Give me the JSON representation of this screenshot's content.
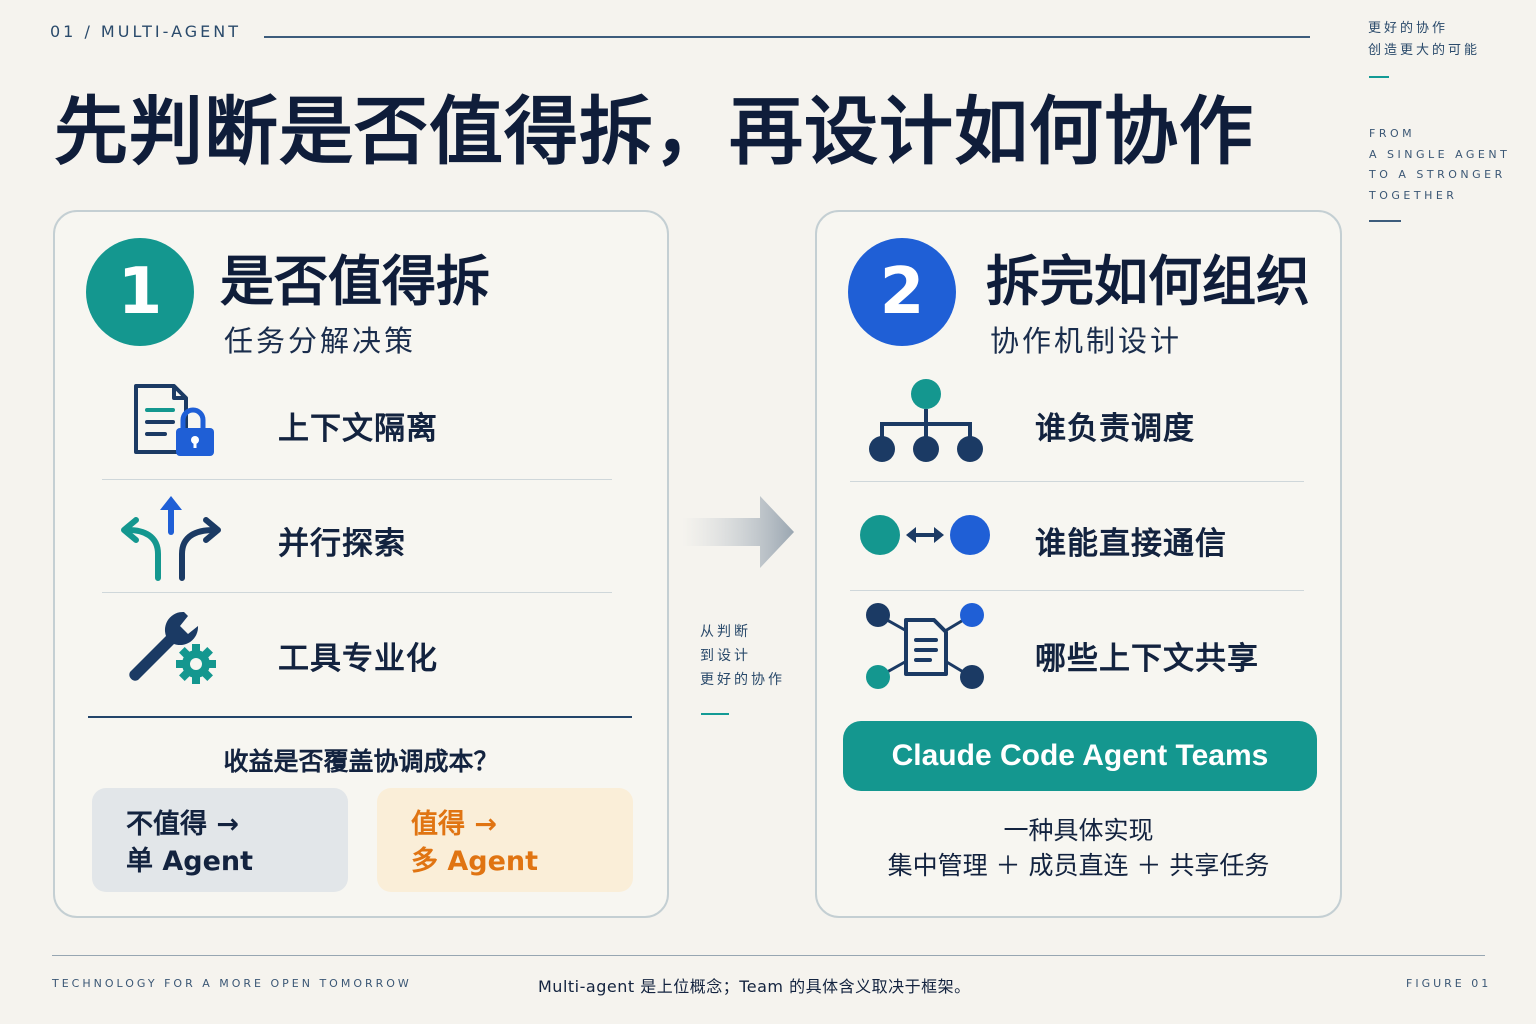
{
  "header": {
    "kicker": "01 / MULTI-AGENT",
    "title": "先判断是否值得拆，再设计如何协作",
    "side_cn": [
      "更好的协作",
      "创造更大的可能"
    ],
    "side_en": [
      "FROM",
      "A SINGLE AGENT",
      "TO A STRONGER",
      "TOGETHER"
    ]
  },
  "left_panel": {
    "number": "1",
    "title": "是否值得拆",
    "subtitle": "任务分解决策",
    "items": [
      {
        "label": "上下文隔离",
        "icon": "document-lock-icon"
      },
      {
        "label": "并行探索",
        "icon": "branching-arrows-icon"
      },
      {
        "label": "工具专业化",
        "icon": "wrench-gear-icon"
      }
    ],
    "question": "收益是否覆盖协调成本？",
    "options": [
      {
        "line1": "不值得 →",
        "line2": "单 Agent"
      },
      {
        "line1": "值得 →",
        "line2": "多 Agent"
      }
    ]
  },
  "middle": {
    "note": [
      "从判断",
      "到设计",
      "更好的协作"
    ]
  },
  "right_panel": {
    "number": "2",
    "title": "拆完如何组织",
    "subtitle": "协作机制设计",
    "items": [
      {
        "label": "谁负责调度",
        "icon": "hierarchy-icon"
      },
      {
        "label": "谁能直接通信",
        "icon": "bidirectional-link-icon"
      },
      {
        "label": "哪些上下文共享",
        "icon": "shared-document-network-icon"
      }
    ],
    "button": "Claude Code Agent Teams",
    "impl_title": "一种具体实现",
    "impl_detail": "集中管理 ＋ 成员直连 ＋ 共享任务"
  },
  "footer": {
    "left": "TECHNOLOGY FOR A MORE OPEN TOMORROW",
    "center": "Multi-agent 是上位概念；Team 的具体含义取决于框架。",
    "right": "FIGURE 01"
  },
  "colors": {
    "teal": "#14978f",
    "blue": "#1f5fd6",
    "navy": "#1b3a64",
    "orange": "#e07412",
    "background": "#f5f3ee"
  }
}
